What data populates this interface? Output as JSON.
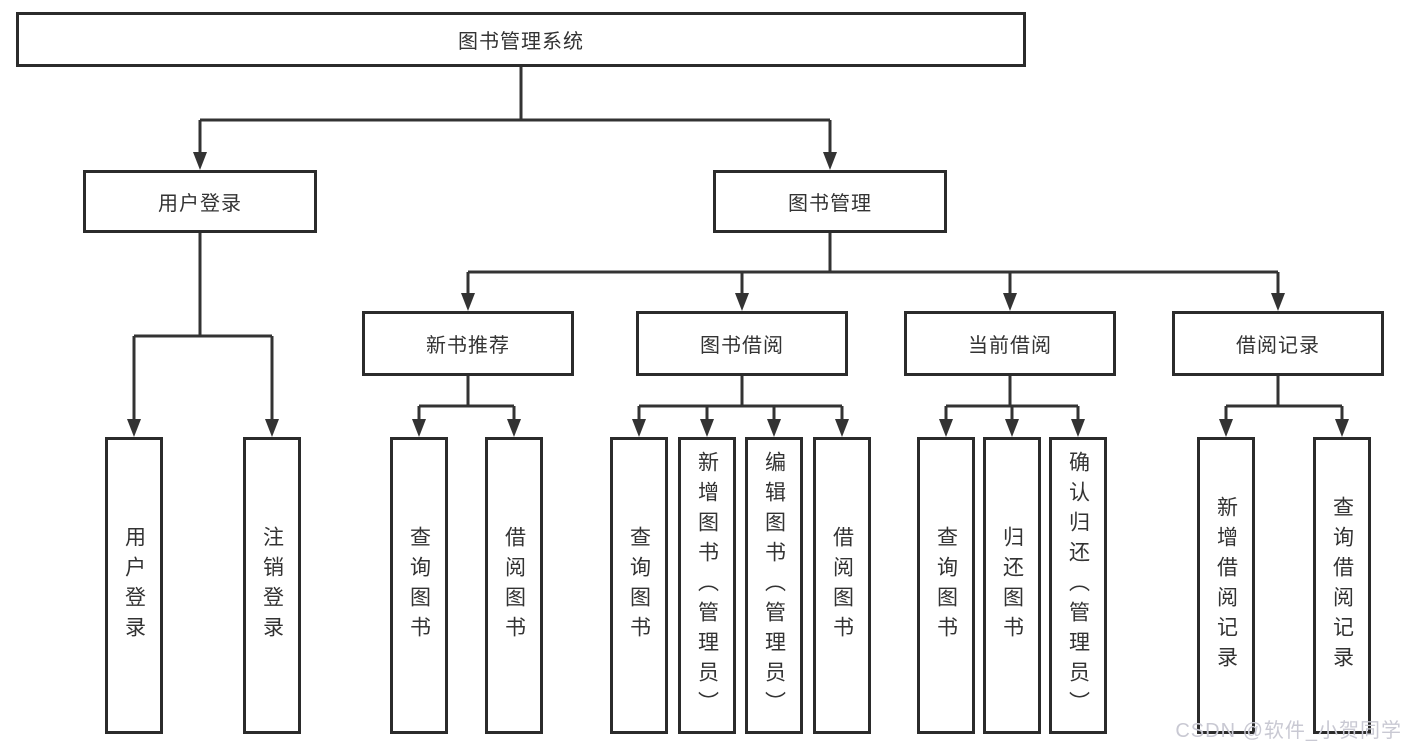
{
  "tree": {
    "root": "图书管理系统",
    "branches": [
      {
        "label": "用户登录",
        "children": [
          "用户登录",
          "注销登录"
        ]
      },
      {
        "label": "图书管理",
        "groups": [
          {
            "label": "新书推荐",
            "children": [
              "查询图书",
              "借阅图书"
            ]
          },
          {
            "label": "图书借阅",
            "children": [
              "查询图书",
              "新增图书（管理员）",
              "编辑图书（管理员）",
              "借阅图书"
            ]
          },
          {
            "label": "当前借阅",
            "children": [
              "查询图书",
              "归还图书",
              "确认归还（管理员）"
            ]
          },
          {
            "label": "借阅记录",
            "children": [
              "新增借阅记录",
              "查询借阅记录"
            ]
          }
        ]
      }
    ]
  },
  "watermark": {
    "label": "CSDN @软件_小贺同学"
  },
  "colors": {
    "line": "#333333",
    "box_border": "#2b2b2b",
    "box_fill": "#ffffff",
    "text": "#333333",
    "watermark": "#c9c9d3",
    "background": "#ffffff"
  }
}
